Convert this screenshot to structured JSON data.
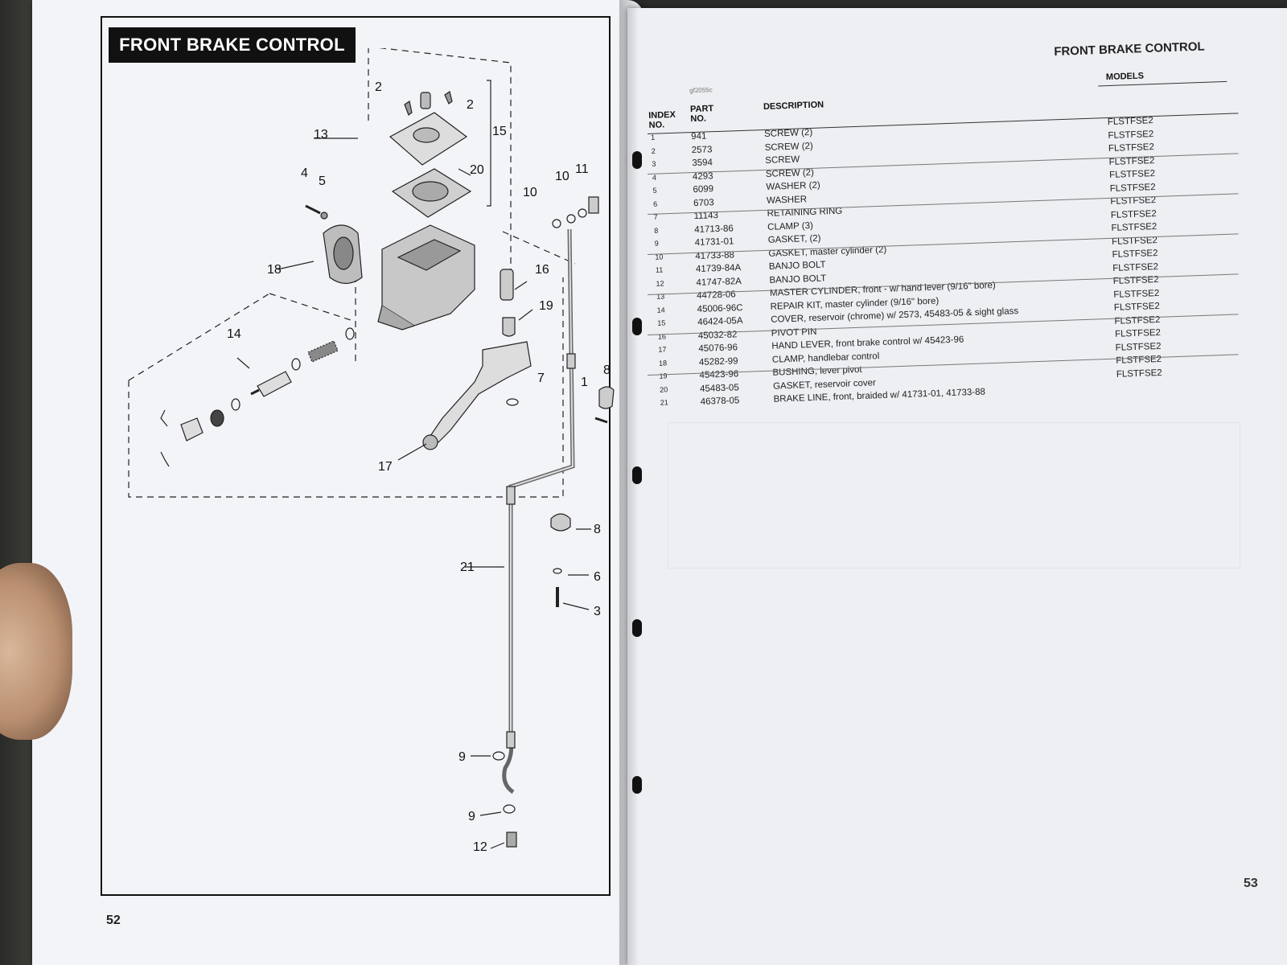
{
  "left_page": {
    "title": "FRONT BRAKE CONTROL",
    "page_number": "52",
    "callouts": [
      "2",
      "2",
      "13",
      "15",
      "20",
      "4",
      "5",
      "18",
      "10",
      "10",
      "11",
      "14",
      "16",
      "19",
      "7",
      "1",
      "8",
      "17",
      "8",
      "6",
      "3",
      "21",
      "9",
      "9",
      "12"
    ]
  },
  "right_page": {
    "title": "FRONT BRAKE CONTROL",
    "page_number": "53",
    "figure_ref": "gf2055c",
    "headers": {
      "index": "INDEX NO.",
      "part": "PART NO.",
      "description": "DESCRIPTION",
      "models": "MODELS"
    },
    "rows": [
      {
        "index": "1",
        "part": "941",
        "description": "SCREW (2)",
        "model": "FLSTFSE2"
      },
      {
        "index": "2",
        "part": "2573",
        "description": "SCREW (2)",
        "model": "FLSTFSE2"
      },
      {
        "index": "3",
        "part": "3594",
        "description": "SCREW",
        "model": "FLSTFSE2"
      },
      {
        "index": "4",
        "part": "4293",
        "description": "SCREW (2)",
        "model": "FLSTFSE2"
      },
      {
        "index": "5",
        "part": "6099",
        "description": "WASHER (2)",
        "model": "FLSTFSE2"
      },
      {
        "index": "6",
        "part": "6703",
        "description": "WASHER",
        "model": "FLSTFSE2"
      },
      {
        "index": "7",
        "part": "11143",
        "description": "RETAINING RING",
        "model": "FLSTFSE2"
      },
      {
        "index": "8",
        "part": "41713-86",
        "description": "CLAMP (3)",
        "model": "FLSTFSE2"
      },
      {
        "index": "9",
        "part": "41731-01",
        "description": "GASKET, (2)",
        "model": "FLSTFSE2"
      },
      {
        "index": "10",
        "part": "41733-88",
        "description": "GASKET, master cylinder (2)",
        "model": "FLSTFSE2"
      },
      {
        "index": "11",
        "part": "41739-84A",
        "description": "BANJO BOLT",
        "model": "FLSTFSE2"
      },
      {
        "index": "12",
        "part": "41747-82A",
        "description": "BANJO BOLT",
        "model": "FLSTFSE2"
      },
      {
        "index": "13",
        "part": "44728-06",
        "description": "MASTER CYLINDER, front - w/ hand lever (9/16\" bore)",
        "model": "FLSTFSE2"
      },
      {
        "index": "14",
        "part": "45006-96C",
        "description": "REPAIR KIT, master cylinder (9/16\" bore)",
        "model": "FLSTFSE2"
      },
      {
        "index": "15",
        "part": "46424-05A",
        "description": "COVER, reservoir (chrome) w/ 2573, 45483-05 & sight glass",
        "model": "FLSTFSE2"
      },
      {
        "index": "16",
        "part": "45032-82",
        "description": "PIVOT PIN",
        "model": "FLSTFSE2"
      },
      {
        "index": "17",
        "part": "45076-96",
        "description": "HAND LEVER, front brake control w/ 45423-96",
        "model": "FLSTFSE2"
      },
      {
        "index": "18",
        "part": "45282-99",
        "description": "CLAMP, handlebar control",
        "model": "FLSTFSE2"
      },
      {
        "index": "19",
        "part": "45423-96",
        "description": "BUSHING, lever pivot",
        "model": "FLSTFSE2"
      },
      {
        "index": "20",
        "part": "45483-05",
        "description": "GASKET, reservoir cover",
        "model": "FLSTFSE2"
      },
      {
        "index": "21",
        "part": "46378-05",
        "description": "BRAKE LINE, front, braided w/ 41731-01, 41733-88",
        "model": ""
      }
    ]
  }
}
